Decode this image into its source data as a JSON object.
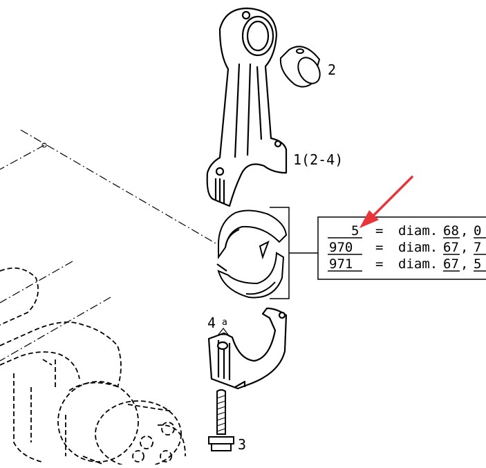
{
  "callouts": {
    "conrod": "1(2-4)",
    "bushing": "2",
    "bolt": "3",
    "cap_ref": "4",
    "cap_ref_sub": "a"
  },
  "size_table": {
    "rows": [
      {
        "code": "5",
        "eq": "=",
        "desc": "diam.",
        "v1": "68",
        "sep": ",",
        "v2": "0"
      },
      {
        "code": "970",
        "eq": "=",
        "desc": "diam.",
        "v1": "67",
        "sep": ",",
        "v2": "7"
      },
      {
        "code": "971",
        "eq": "=",
        "desc": "diam.",
        "v1": "67",
        "sep": ",",
        "v2": "5"
      }
    ]
  },
  "colors": {
    "arrow": "#e8343a",
    "ink": "#000000"
  }
}
